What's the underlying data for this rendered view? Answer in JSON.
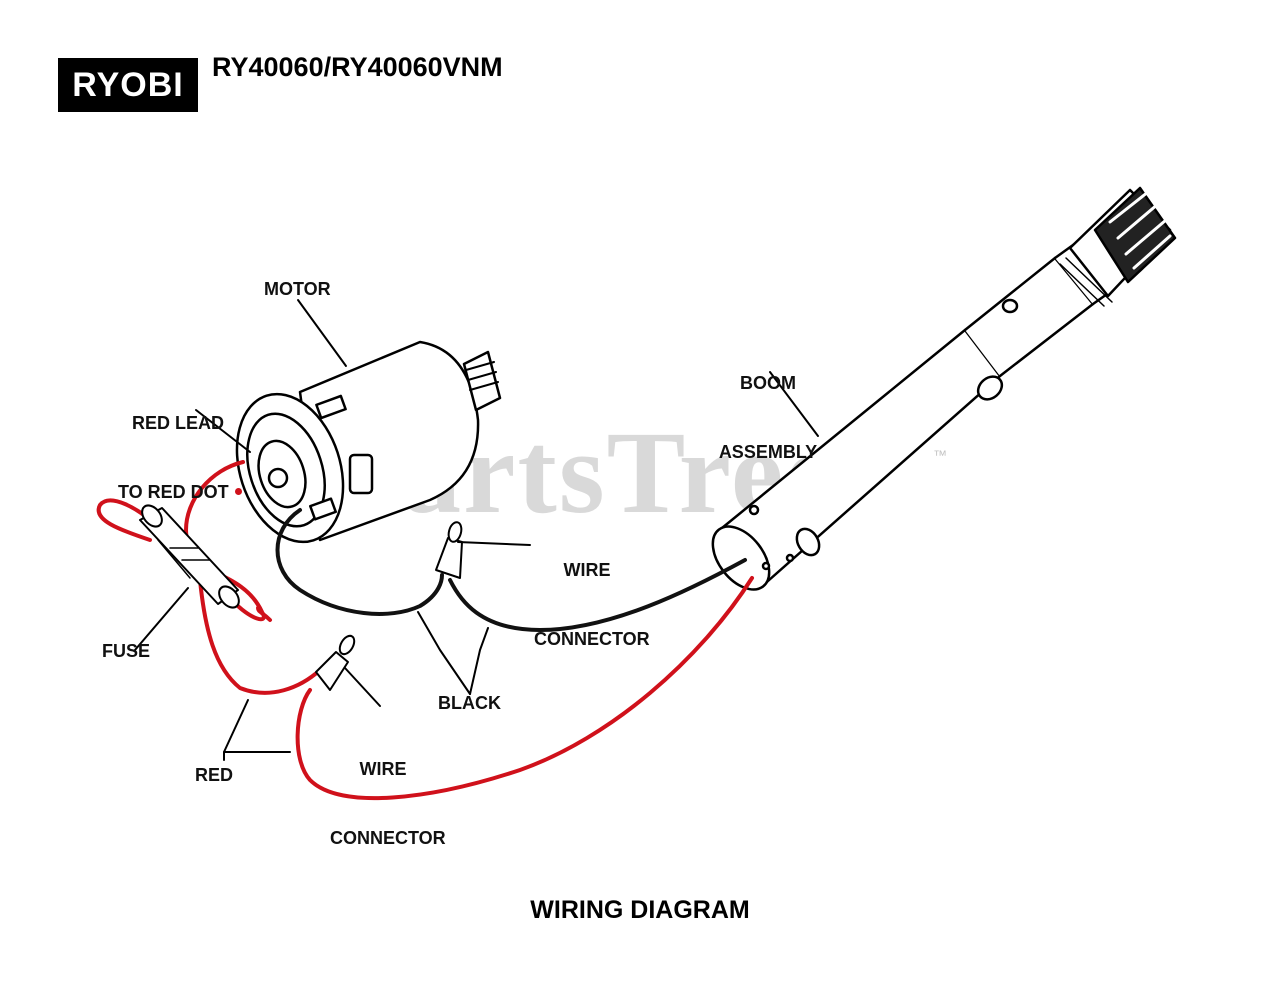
{
  "header": {
    "brand": "RYOBI",
    "model": "RY40060/RY40060VNM"
  },
  "watermark": {
    "text": "PartsTree",
    "tm": "™"
  },
  "callouts": {
    "motor": "MOTOR",
    "red_lead_line1": "RED LEAD",
    "red_lead_line2": "TO RED DOT",
    "boom_line1": "BOOM",
    "boom_line2": "ASSEMBLY",
    "wire_connector_top_line1": "WIRE",
    "wire_connector_top_line2": "CONNECTOR",
    "fuse": "FUSE",
    "black": "BLACK",
    "wire_connector_bottom_line1": "WIRE",
    "wire_connector_bottom_line2": "CONNECTOR",
    "red": "RED"
  },
  "footer": {
    "title": "WIRING DIAGRAM"
  },
  "colors": {
    "red_wire": "#d0111b",
    "black_wire": "#111111",
    "outline": "#000000",
    "watermark": "#aaaaaa"
  }
}
